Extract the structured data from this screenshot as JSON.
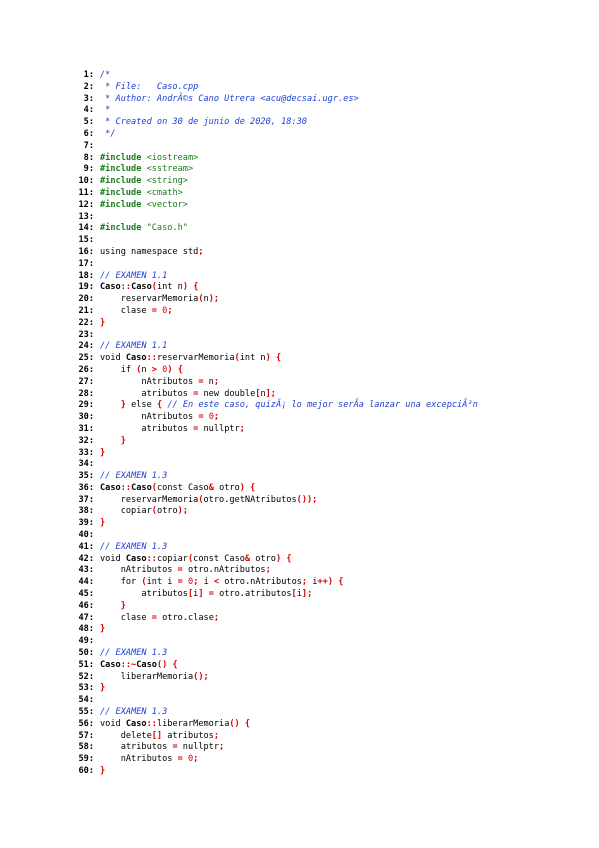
{
  "colors": {
    "comment": "#1a3fd6",
    "preprocessor": "#1b7d1b",
    "punctuation": "#d60000",
    "text": "#000000"
  },
  "lines": [
    {
      "n": "1:",
      "tokens": [
        [
          "com",
          "/*"
        ]
      ]
    },
    {
      "n": "2:",
      "tokens": [
        [
          "com",
          " * File:   Caso.cpp"
        ]
      ]
    },
    {
      "n": "3:",
      "tokens": [
        [
          "com",
          " * Author: AndrÃ©s Cano Utrera <acu@decsai.ugr.es>"
        ]
      ]
    },
    {
      "n": "4:",
      "tokens": [
        [
          "com",
          " *"
        ]
      ]
    },
    {
      "n": "5:",
      "tokens": [
        [
          "com",
          " * Created on 30 de junio de 2020, 18:30"
        ]
      ]
    },
    {
      "n": "6:",
      "tokens": [
        [
          "com",
          " */"
        ]
      ]
    },
    {
      "n": "7:",
      "tokens": []
    },
    {
      "n": "8:",
      "tokens": [
        [
          "pre",
          "#include "
        ],
        [
          "str",
          "<iostream>"
        ]
      ]
    },
    {
      "n": "9:",
      "tokens": [
        [
          "pre",
          "#include "
        ],
        [
          "str",
          "<sstream>"
        ]
      ]
    },
    {
      "n": "10:",
      "tokens": [
        [
          "pre",
          "#include "
        ],
        [
          "str",
          "<string>"
        ]
      ]
    },
    {
      "n": "11:",
      "tokens": [
        [
          "pre",
          "#include "
        ],
        [
          "str",
          "<cmath>"
        ]
      ]
    },
    {
      "n": "12:",
      "tokens": [
        [
          "pre",
          "#include "
        ],
        [
          "str",
          "<vector>"
        ]
      ]
    },
    {
      "n": "13:",
      "tokens": []
    },
    {
      "n": "14:",
      "tokens": [
        [
          "pre",
          "#include "
        ],
        [
          "str",
          "\"Caso.h\""
        ]
      ]
    },
    {
      "n": "15:",
      "tokens": []
    },
    {
      "n": "16:",
      "tokens": [
        [
          "txt",
          "using namespace std"
        ],
        [
          "pun",
          ";"
        ]
      ]
    },
    {
      "n": "17:",
      "tokens": []
    },
    {
      "n": "18:",
      "tokens": [
        [
          "com",
          "// EXAMEN 1.1"
        ]
      ]
    },
    {
      "n": "19:",
      "tokens": [
        [
          "kw",
          "Caso"
        ],
        [
          "pun",
          "::"
        ],
        [
          "kw",
          "Caso"
        ],
        [
          "pun",
          "("
        ],
        [
          "txt",
          "int n"
        ],
        [
          "pun",
          ")"
        ],
        [
          "txt",
          " "
        ],
        [
          "pun",
          "{"
        ]
      ]
    },
    {
      "n": "20:",
      "tokens": [
        [
          "txt",
          "    reservarMemoria"
        ],
        [
          "pun",
          "("
        ],
        [
          "txt",
          "n"
        ],
        [
          "pun",
          ");"
        ]
      ]
    },
    {
      "n": "21:",
      "tokens": [
        [
          "txt",
          "    clase "
        ],
        [
          "pun",
          "="
        ],
        [
          "txt",
          " "
        ],
        [
          "num",
          "0"
        ],
        [
          "pun",
          ";"
        ]
      ]
    },
    {
      "n": "22:",
      "tokens": [
        [
          "pun",
          "}"
        ]
      ]
    },
    {
      "n": "23:",
      "tokens": []
    },
    {
      "n": "24:",
      "tokens": [
        [
          "com",
          "// EXAMEN 1.1"
        ]
      ]
    },
    {
      "n": "25:",
      "tokens": [
        [
          "txt",
          "void "
        ],
        [
          "kw",
          "Caso"
        ],
        [
          "pun",
          "::"
        ],
        [
          "txt",
          "reservarMemoria"
        ],
        [
          "pun",
          "("
        ],
        [
          "txt",
          "int n"
        ],
        [
          "pun",
          ")"
        ],
        [
          "txt",
          " "
        ],
        [
          "pun",
          "{"
        ]
      ]
    },
    {
      "n": "26:",
      "tokens": [
        [
          "txt",
          "    if "
        ],
        [
          "pun",
          "("
        ],
        [
          "txt",
          "n "
        ],
        [
          "pun",
          ">"
        ],
        [
          "txt",
          " "
        ],
        [
          "num",
          "0"
        ],
        [
          "pun",
          ")"
        ],
        [
          "txt",
          " "
        ],
        [
          "pun",
          "{"
        ]
      ]
    },
    {
      "n": "27:",
      "tokens": [
        [
          "txt",
          "        nAtributos "
        ],
        [
          "pun",
          "="
        ],
        [
          "txt",
          " n"
        ],
        [
          "pun",
          ";"
        ]
      ]
    },
    {
      "n": "28:",
      "tokens": [
        [
          "txt",
          "        atributos "
        ],
        [
          "pun",
          "="
        ],
        [
          "txt",
          " new double"
        ],
        [
          "pun",
          "["
        ],
        [
          "txt",
          "n"
        ],
        [
          "pun",
          "];"
        ]
      ]
    },
    {
      "n": "29:",
      "tokens": [
        [
          "txt",
          "    "
        ],
        [
          "pun",
          "}"
        ],
        [
          "txt",
          " else "
        ],
        [
          "pun",
          "{"
        ],
        [
          "txt",
          " "
        ],
        [
          "com",
          "// En este caso, quizÃ¡ lo mejor serÃ­a lanzar una excepciÃ³n"
        ]
      ]
    },
    {
      "n": "30:",
      "tokens": [
        [
          "txt",
          "        nAtributos "
        ],
        [
          "pun",
          "="
        ],
        [
          "txt",
          " "
        ],
        [
          "num",
          "0"
        ],
        [
          "pun",
          ";"
        ]
      ]
    },
    {
      "n": "31:",
      "tokens": [
        [
          "txt",
          "        atributos "
        ],
        [
          "pun",
          "="
        ],
        [
          "txt",
          " nullptr"
        ],
        [
          "pun",
          ";"
        ]
      ]
    },
    {
      "n": "32:",
      "tokens": [
        [
          "txt",
          "    "
        ],
        [
          "pun",
          "}"
        ]
      ]
    },
    {
      "n": "33:",
      "tokens": [
        [
          "pun",
          "}"
        ]
      ]
    },
    {
      "n": "34:",
      "tokens": []
    },
    {
      "n": "35:",
      "tokens": [
        [
          "com",
          "// EXAMEN 1.3"
        ]
      ]
    },
    {
      "n": "36:",
      "tokens": [
        [
          "kw",
          "Caso"
        ],
        [
          "pun",
          "::"
        ],
        [
          "kw",
          "Caso"
        ],
        [
          "pun",
          "("
        ],
        [
          "txt",
          "const Caso"
        ],
        [
          "pun",
          "&"
        ],
        [
          "txt",
          " otro"
        ],
        [
          "pun",
          ")"
        ],
        [
          "txt",
          " "
        ],
        [
          "pun",
          "{"
        ]
      ]
    },
    {
      "n": "37:",
      "tokens": [
        [
          "txt",
          "    reservarMemoria"
        ],
        [
          "pun",
          "("
        ],
        [
          "txt",
          "otro"
        ],
        [
          "pun",
          "."
        ],
        [
          "txt",
          "getNAtributos"
        ],
        [
          "pun",
          "());"
        ]
      ]
    },
    {
      "n": "38:",
      "tokens": [
        [
          "txt",
          "    copiar"
        ],
        [
          "pun",
          "("
        ],
        [
          "txt",
          "otro"
        ],
        [
          "pun",
          ");"
        ]
      ]
    },
    {
      "n": "39:",
      "tokens": [
        [
          "pun",
          "}"
        ]
      ]
    },
    {
      "n": "40:",
      "tokens": []
    },
    {
      "n": "41:",
      "tokens": [
        [
          "com",
          "// EXAMEN 1.3"
        ]
      ]
    },
    {
      "n": "42:",
      "tokens": [
        [
          "txt",
          "void "
        ],
        [
          "kw",
          "Caso"
        ],
        [
          "pun",
          "::"
        ],
        [
          "txt",
          "copiar"
        ],
        [
          "pun",
          "("
        ],
        [
          "txt",
          "const Caso"
        ],
        [
          "pun",
          "&"
        ],
        [
          "txt",
          " otro"
        ],
        [
          "pun",
          ")"
        ],
        [
          "txt",
          " "
        ],
        [
          "pun",
          "{"
        ]
      ]
    },
    {
      "n": "43:",
      "tokens": [
        [
          "txt",
          "    nAtributos "
        ],
        [
          "pun",
          "="
        ],
        [
          "txt",
          " otro"
        ],
        [
          "pun",
          "."
        ],
        [
          "txt",
          "nAtributos"
        ],
        [
          "pun",
          ";"
        ]
      ]
    },
    {
      "n": "44:",
      "tokens": [
        [
          "txt",
          "    for "
        ],
        [
          "pun",
          "("
        ],
        [
          "txt",
          "int i "
        ],
        [
          "pun",
          "="
        ],
        [
          "txt",
          " "
        ],
        [
          "num",
          "0"
        ],
        [
          "pun",
          ";"
        ],
        [
          "txt",
          " i "
        ],
        [
          "pun",
          "<"
        ],
        [
          "txt",
          " otro"
        ],
        [
          "pun",
          "."
        ],
        [
          "txt",
          "nAtributos"
        ],
        [
          "pun",
          ";"
        ],
        [
          "txt",
          " i"
        ],
        [
          "pun",
          "++)"
        ],
        [
          "txt",
          " "
        ],
        [
          "pun",
          "{"
        ]
      ]
    },
    {
      "n": "45:",
      "tokens": [
        [
          "txt",
          "        atributos"
        ],
        [
          "pun",
          "["
        ],
        [
          "txt",
          "i"
        ],
        [
          "pun",
          "]"
        ],
        [
          "txt",
          " "
        ],
        [
          "pun",
          "="
        ],
        [
          "txt",
          " otro"
        ],
        [
          "pun",
          "."
        ],
        [
          "txt",
          "atributos"
        ],
        [
          "pun",
          "["
        ],
        [
          "txt",
          "i"
        ],
        [
          "pun",
          "];"
        ]
      ]
    },
    {
      "n": "46:",
      "tokens": [
        [
          "txt",
          "    "
        ],
        [
          "pun",
          "}"
        ]
      ]
    },
    {
      "n": "47:",
      "tokens": [
        [
          "txt",
          "    clase "
        ],
        [
          "pun",
          "="
        ],
        [
          "txt",
          " otro"
        ],
        [
          "pun",
          "."
        ],
        [
          "txt",
          "clase"
        ],
        [
          "pun",
          ";"
        ]
      ]
    },
    {
      "n": "48:",
      "tokens": [
        [
          "pun",
          "}"
        ]
      ]
    },
    {
      "n": "49:",
      "tokens": []
    },
    {
      "n": "50:",
      "tokens": [
        [
          "com",
          "// EXAMEN 1.3"
        ]
      ]
    },
    {
      "n": "51:",
      "tokens": [
        [
          "kw",
          "Caso"
        ],
        [
          "pun",
          "::~"
        ],
        [
          "kw",
          "Caso"
        ],
        [
          "pun",
          "()"
        ],
        [
          "txt",
          " "
        ],
        [
          "pun",
          "{"
        ]
      ]
    },
    {
      "n": "52:",
      "tokens": [
        [
          "txt",
          "    liberarMemoria"
        ],
        [
          "pun",
          "();"
        ]
      ]
    },
    {
      "n": "53:",
      "tokens": [
        [
          "pun",
          "}"
        ]
      ]
    },
    {
      "n": "54:",
      "tokens": []
    },
    {
      "n": "55:",
      "tokens": [
        [
          "com",
          "// EXAMEN 1.3"
        ]
      ]
    },
    {
      "n": "56:",
      "tokens": [
        [
          "txt",
          "void "
        ],
        [
          "kw",
          "Caso"
        ],
        [
          "pun",
          "::"
        ],
        [
          "txt",
          "liberarMemoria"
        ],
        [
          "pun",
          "()"
        ],
        [
          "txt",
          " "
        ],
        [
          "pun",
          "{"
        ]
      ]
    },
    {
      "n": "57:",
      "tokens": [
        [
          "txt",
          "    delete"
        ],
        [
          "pun",
          "[]"
        ],
        [
          "txt",
          " atributos"
        ],
        [
          "pun",
          ";"
        ]
      ]
    },
    {
      "n": "58:",
      "tokens": [
        [
          "txt",
          "    atributos "
        ],
        [
          "pun",
          "="
        ],
        [
          "txt",
          " nullptr"
        ],
        [
          "pun",
          ";"
        ]
      ]
    },
    {
      "n": "59:",
      "tokens": [
        [
          "txt",
          "    nAtributos "
        ],
        [
          "pun",
          "="
        ],
        [
          "txt",
          " "
        ],
        [
          "num",
          "0"
        ],
        [
          "pun",
          ";"
        ]
      ]
    },
    {
      "n": "60:",
      "tokens": [
        [
          "pun",
          "}"
        ]
      ]
    }
  ]
}
